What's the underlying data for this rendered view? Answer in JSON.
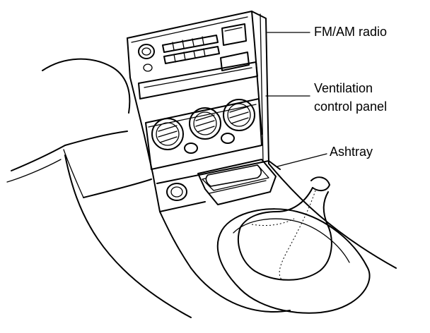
{
  "labels": {
    "radio": "FM/AM radio",
    "vent_line1": "Ventilation",
    "vent_line2": "control panel",
    "ashtray": "Ashtray"
  },
  "colors": {
    "ink": "#000000",
    "paper": "#ffffff"
  }
}
